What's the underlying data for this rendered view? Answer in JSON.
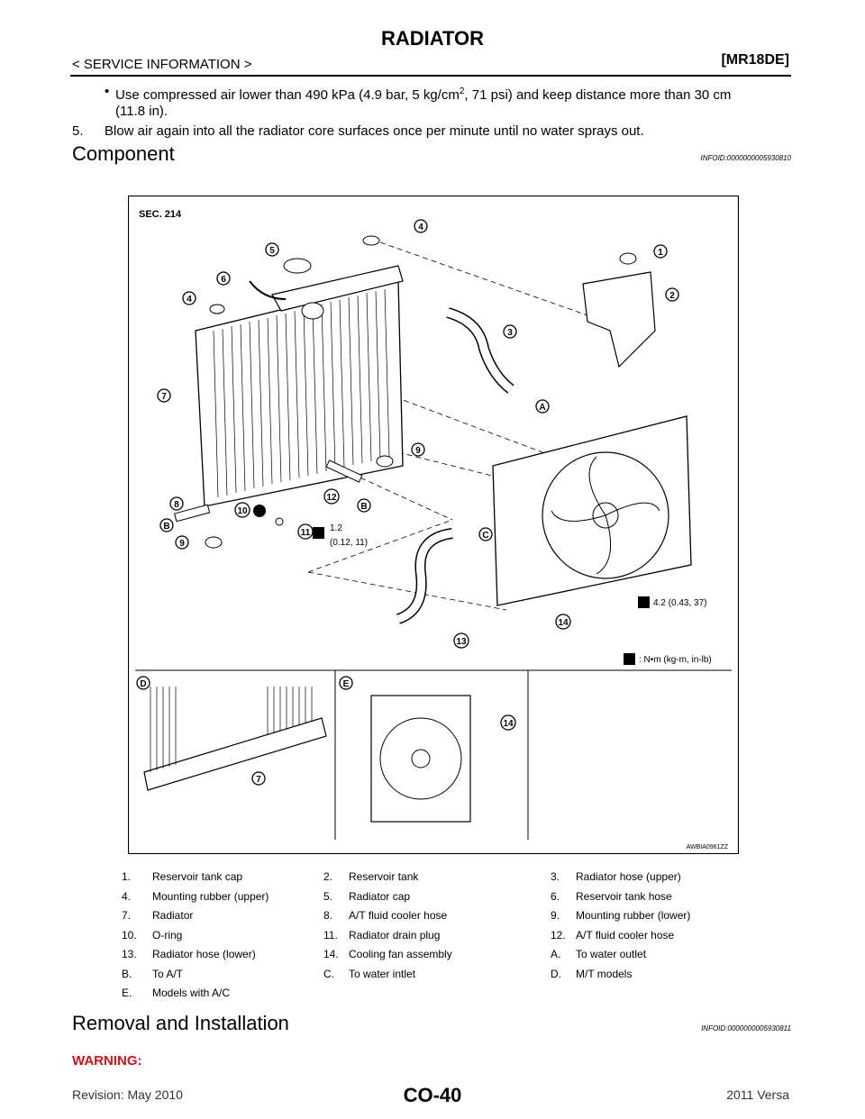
{
  "header": {
    "title": "RADIATOR",
    "breadcrumb": "< SERVICE INFORMATION >",
    "model": "[MR18DE]"
  },
  "intro": {
    "bullet_pre": "Use compressed air lower than 490 kPa (4.9 bar, 5 kg/cm",
    "bullet_sup": "2",
    "bullet_post": ", 71 psi) and keep distance more than 30 cm",
    "bullet_line2": "(11.8 in).",
    "step_num": "5.",
    "step_text": "Blow air again into all the radiator core surfaces once per minute until no water sprays out."
  },
  "component": {
    "heading": "Component",
    "infoid": "INFOID:0000000005930810"
  },
  "figure": {
    "sec": "SEC. 214",
    "torque1_a": "1.2",
    "torque1_b": "(0.12, 11)",
    "torque2": "4.2 (0.43, 37)",
    "units": ": N•m (kg-m, in-lb)",
    "fig_id": "AWBIA0961ZZ",
    "callouts": [
      "1",
      "2",
      "3",
      "4",
      "5",
      "6",
      "7",
      "8",
      "9",
      "10",
      "11",
      "12",
      "13",
      "14",
      "A",
      "B",
      "C",
      "D",
      "E"
    ]
  },
  "legend": [
    [
      "1.",
      "Reservoir tank cap",
      "2.",
      "Reservoir tank",
      "3.",
      "Radiator hose (upper)"
    ],
    [
      "4.",
      "Mounting rubber (upper)",
      "5.",
      "Radiator cap",
      "6.",
      "Reservoir tank hose"
    ],
    [
      "7.",
      "Radiator",
      "8.",
      " A/T fluid cooler hose",
      "9.",
      "Mounting rubber (lower)"
    ],
    [
      "10.",
      "O-ring",
      "11.",
      "Radiator drain plug",
      "12.",
      "A/T fluid cooler hose"
    ],
    [
      "13.",
      "Radiator hose (lower)",
      "14.",
      "Cooling fan assembly",
      "A.",
      "To water outlet"
    ],
    [
      "B.",
      "To A/T",
      "C.",
      "To water intlet",
      "D.",
      "M/T models"
    ],
    [
      "E.",
      "Models with A/C",
      "",
      "",
      "",
      ""
    ]
  ],
  "removal": {
    "heading": "Removal and Installation",
    "infoid": "INFOID:0000000005930811",
    "warning": "WARNING:"
  },
  "footer": {
    "revision": "Revision: May 2010",
    "page": "CO-40",
    "vehicle": "2011 Versa"
  }
}
